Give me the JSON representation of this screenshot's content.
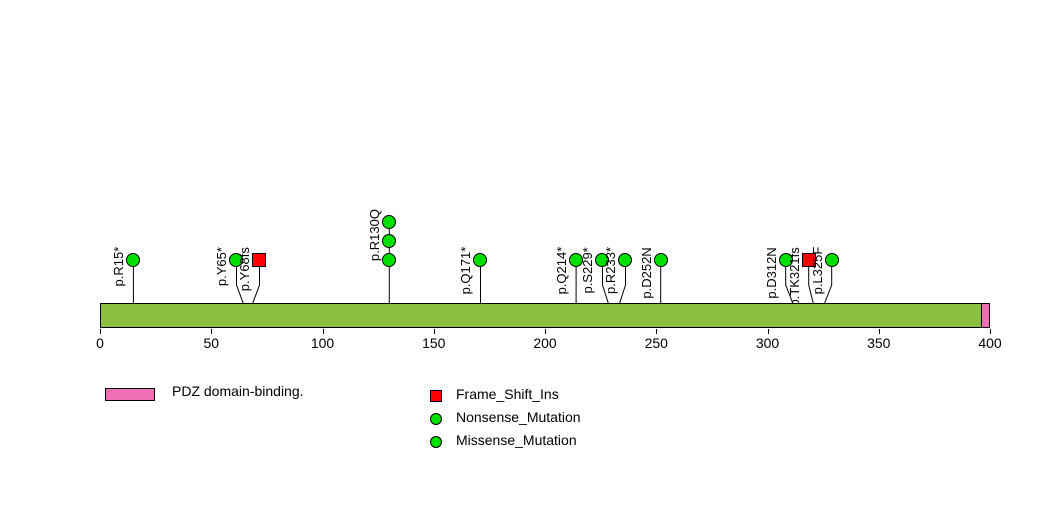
{
  "chart_data": {
    "type": "lollipop",
    "title": "",
    "xlabel": "",
    "ylabel": "",
    "xlim": [
      0,
      400
    ],
    "ticks": [
      0,
      50,
      100,
      150,
      200,
      250,
      300,
      350,
      400
    ],
    "protein_length": 400,
    "grid": false,
    "domains": [
      {
        "name": "PDZ domain-binding.",
        "start": 396,
        "end": 400,
        "color": "#f06eb4"
      }
    ],
    "backbone_color": "#8cbe3f",
    "mutations": [
      {
        "label": "p.R15*",
        "position": 15,
        "count": 1,
        "shape": "circle",
        "color": "#00e000",
        "class": "Nonsense_Mutation"
      },
      {
        "label": "p.Y65*",
        "position": 65,
        "count": 1,
        "shape": "circle",
        "color": "#00e000",
        "class": "Nonsense_Mutation"
      },
      {
        "label": "p.Y68fs",
        "position": 68,
        "count": 1,
        "shape": "square",
        "color": "#ff0000",
        "class": "Frame_Shift_Ins"
      },
      {
        "label": "p.R130Q",
        "position": 130,
        "count": 3,
        "shape": "circle",
        "color": "#00e000",
        "class": "Missense_Mutation"
      },
      {
        "label": "p.Q171*",
        "position": 171,
        "count": 1,
        "shape": "circle",
        "color": "#00e000",
        "class": "Nonsense_Mutation"
      },
      {
        "label": "p.Q214*",
        "position": 214,
        "count": 1,
        "shape": "circle",
        "color": "#00e000",
        "class": "Nonsense_Mutation"
      },
      {
        "label": "p.S229*",
        "position": 229,
        "count": 1,
        "shape": "circle",
        "color": "#00e000",
        "class": "Nonsense_Mutation"
      },
      {
        "label": "p.R233*",
        "position": 233,
        "count": 1,
        "shape": "circle",
        "color": "#00e000",
        "class": "Nonsense_Mutation"
      },
      {
        "label": "p.D252N",
        "position": 252,
        "count": 1,
        "shape": "circle",
        "color": "#00e000",
        "class": "Missense_Mutation"
      },
      {
        "label": "p.D312N",
        "position": 312,
        "count": 1,
        "shape": "circle",
        "color": "#00e000",
        "class": "Missense_Mutation"
      },
      {
        "label": "p.TK321fs",
        "position": 321,
        "count": 1,
        "shape": "square",
        "color": "#ff0000",
        "class": "Frame_Shift_Ins"
      },
      {
        "label": "p.L325F",
        "position": 325,
        "count": 1,
        "shape": "circle",
        "color": "#00e000",
        "class": "Missense_Mutation"
      }
    ]
  },
  "legend": {
    "domain_items": [
      {
        "label": "PDZ domain-binding.",
        "color": "#f06eb4",
        "shape": "rect"
      }
    ],
    "mutation_items": [
      {
        "label": "Frame_Shift_Ins",
        "color": "#ff0000",
        "shape": "square"
      },
      {
        "label": "Nonsense_Mutation",
        "color": "#00e000",
        "shape": "circle"
      },
      {
        "label": "Missense_Mutation",
        "color": "#00e000",
        "shape": "circle"
      }
    ]
  }
}
